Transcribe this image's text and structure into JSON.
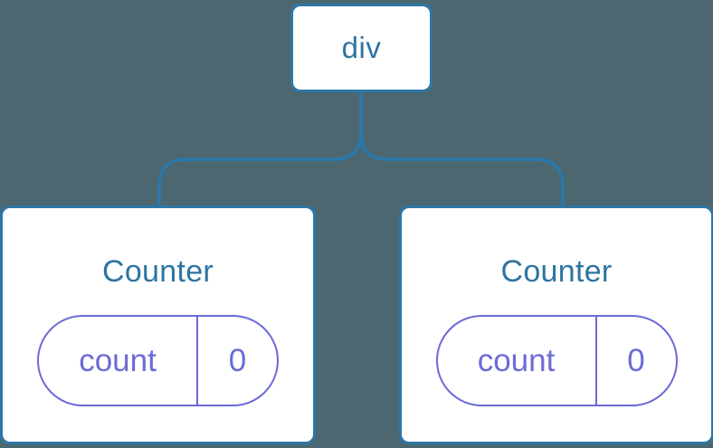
{
  "diagram": {
    "type": "component-tree",
    "background_color": "#4c6770",
    "node_border_color": "#2d77a8",
    "node_text_color": "#2d74a2",
    "state_color": "#6b6bd8",
    "connector_color": "#2d77a8",
    "root": {
      "label": "div"
    },
    "children": [
      {
        "label": "Counter",
        "state": {
          "key": "count",
          "value": "0"
        }
      },
      {
        "label": "Counter",
        "state": {
          "key": "count",
          "value": "0"
        }
      }
    ]
  }
}
